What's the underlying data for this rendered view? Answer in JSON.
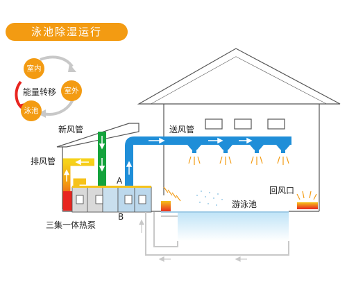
{
  "title": "泳池除湿运行",
  "cycle": {
    "center_label": "能量转移",
    "nodes": [
      "室内",
      "室外",
      "泳池"
    ]
  },
  "labels": {
    "fresh_air_duct": "新风管",
    "exhaust_duct": "排风管",
    "supply_duct": "送风管",
    "return_vent": "回风口",
    "pool": "游泳池",
    "heat_pump": "三集一体热泵",
    "point_a": "A",
    "point_b": "B"
  },
  "colors": {
    "accent": "#f39b12",
    "supply_blue": "#1f8ed8",
    "fresh_green": "#14a23c",
    "exhaust_red": "#e8251f",
    "exhaust_yellow": "#f6c21a"
  }
}
